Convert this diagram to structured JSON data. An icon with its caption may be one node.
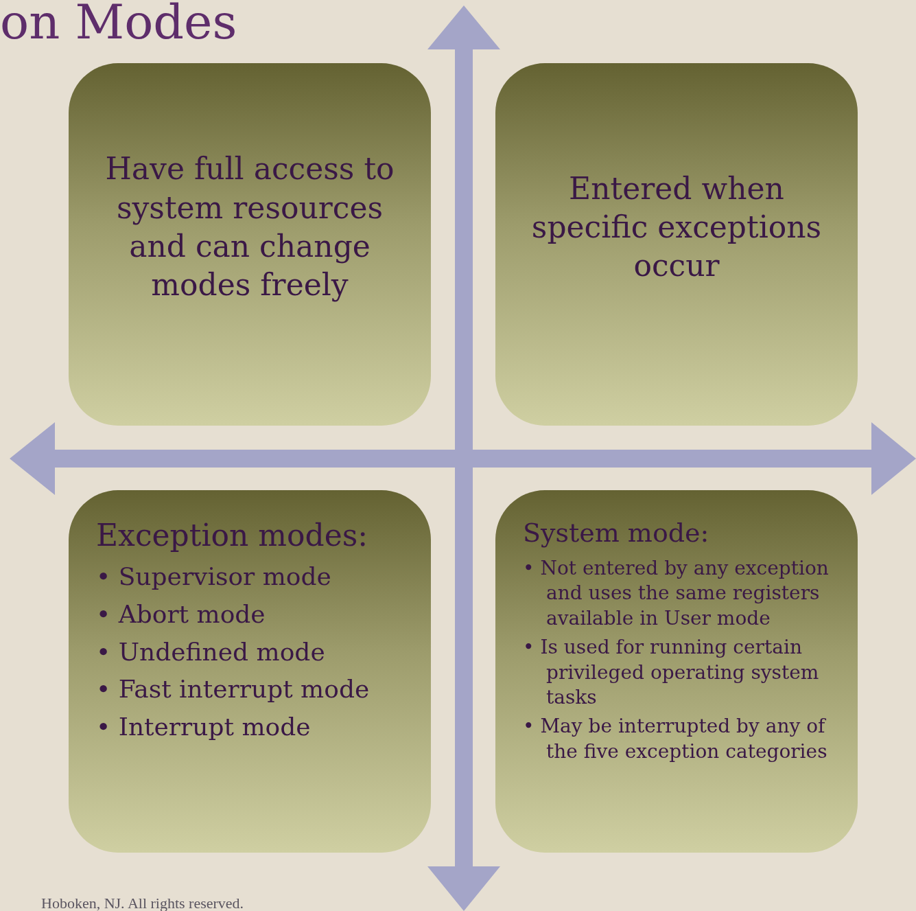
{
  "diagram": {
    "title": "on Modes",
    "nodes": [
      {
        "text": [
          "Have full access to system resources and can change modes freely"
        ]
      },
      {
        "text": [
          "Entered when specific exceptions occur"
        ]
      },
      {
        "text": [
          "Exception modes:",
          "• Supervisor mode",
          "• Abort mode",
          "• Undefined mode",
          "• Fast interrupt mode",
          "• Interrupt mode"
        ]
      },
      {
        "text": [
          "System mode:",
          "• Not entered by any exception and uses the same registers available in User mode",
          "• Is used for running certain privileged operating system tasks",
          "• May be interrupted by any of the five exception categories"
        ]
      }
    ],
    "labels": [
      "Hoboken, NJ. All rights reserved."
    ]
  }
}
